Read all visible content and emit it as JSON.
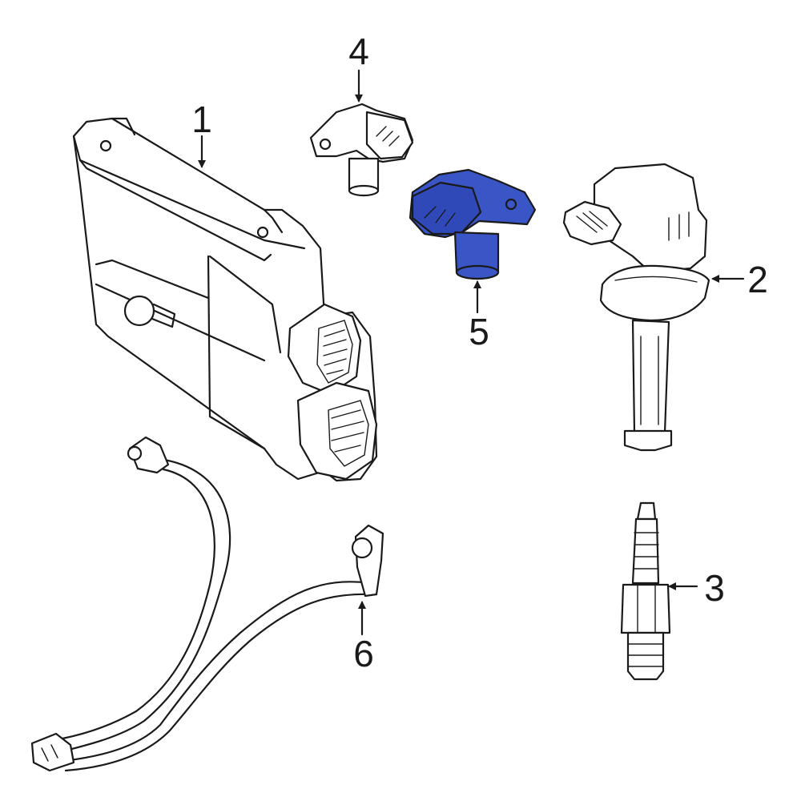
{
  "diagram": {
    "highlight_color": "#3a55c6",
    "line_color": "#1a1a1a",
    "background": "#ffffff",
    "callouts": [
      {
        "id": "1",
        "label": "1",
        "part": "engine-control-module"
      },
      {
        "id": "2",
        "label": "2",
        "part": "ignition-coil"
      },
      {
        "id": "3",
        "label": "3",
        "part": "spark-plug"
      },
      {
        "id": "4",
        "label": "4",
        "part": "crankshaft-position-sensor"
      },
      {
        "id": "5",
        "label": "5",
        "part": "camshaft-position-sensor",
        "highlighted": true
      },
      {
        "id": "6",
        "label": "6",
        "part": "knock-sensor"
      }
    ]
  }
}
